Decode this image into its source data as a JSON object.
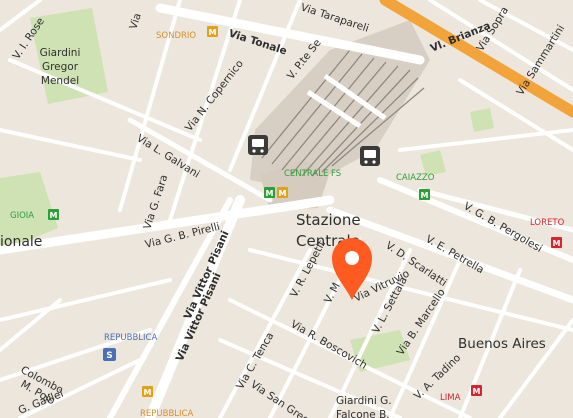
{
  "map": {
    "colors": {
      "land": "#ece6dc",
      "road": "#ffffff",
      "highway": "#f2a33a",
      "park": "#cfe2b3",
      "railyard": "#d8cfc4",
      "track": "#8f8780",
      "label": "#2f2f2f",
      "metro_green": "#2e9e3a",
      "metro_yellow": "#e0a21a",
      "metro_red": "#d8242c",
      "metro_lilac": "#4a6fb5",
      "pin": "#ff5a1f"
    },
    "street_labels": {
      "via_tonale": "Via Tonale",
      "vl_brianza": "Vl. Brianza",
      "via_n_copernico": "Via N. Copernico",
      "v_pte_seveso": "V. P.te Se",
      "via_l_galvani": "Via L. Galvani",
      "via_g_fara": "Via G. Fara",
      "via_g_b_pirelli": "Via G. B. Pirelli",
      "via_vittor_pisani_1": "Via Vittor Pisani",
      "via_vittor_pisani_2": "Via Vittor Pisani",
      "v_r_lepetit": "V. R. Lepetit",
      "v_m": "V. M",
      "v_d_scarlatti": "V. D. Scarlatti",
      "v_e_petrella": "V. E. Petrella",
      "v_g_b_pergolesi": "V. G. B. Pergolesi",
      "via_vitruvio": "Via Vitruvio",
      "v_l_settala": "V. L. Settala",
      "via_b_marcello": "Via B. Marcello",
      "via_r_boscovich": "Via R. Boscovich",
      "via_c_tenca": "Via C. Tenca",
      "via_san_gregorio": "Via San Gregorio",
      "v_a_tadino": "V. A. Tadino",
      "via_sopra": "Via Sopra",
      "via_sammartini": "Via Sammartini",
      "via_i_rosellini": "V. I. Rose",
      "via_colombo": "Colombo",
      "via_m_polo": "M. Polo",
      "via_g_galilei": "G. Galilei",
      "via_vi_top": "Via",
      "via_tarapareli": "Via Tarapareli"
    },
    "place_labels": {
      "stazione": "Stazione",
      "centrale": "Centrale",
      "buenos_aires": "Buenos Aires",
      "giardini_gregor_1": "Giardini",
      "giardini_gregor_2": "Gregor",
      "giardini_gregor_3": "Mendel",
      "giardini_g": "Giardini G.",
      "falcone_b": "Falcone B.",
      "ionale": "ionale"
    },
    "stations": {
      "sondrio": "SONDRIO",
      "centrale_fs": "CENTRALE FS",
      "caiazzo": "CAIAZZO",
      "gioia": "GIOIA",
      "loreto": "LORETO",
      "repubblica_1": "REPUBBLICA",
      "repubblica_2": "REPUBBLICA",
      "lima": "LIMA"
    },
    "metro_symbol": "M",
    "suburban_symbol": "S"
  }
}
